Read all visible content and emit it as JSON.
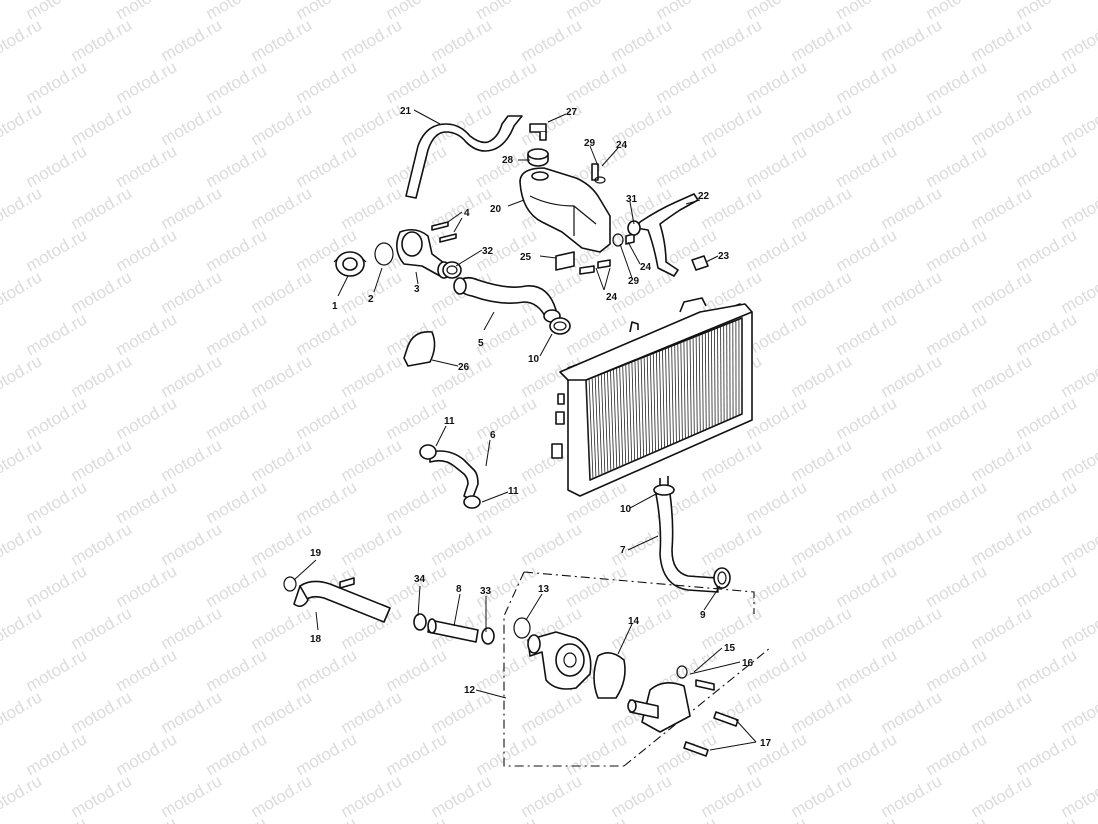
{
  "watermark": "motod.ru",
  "callouts": [
    {
      "id": "c1",
      "label": "1"
    },
    {
      "id": "c2",
      "label": "2"
    },
    {
      "id": "c3",
      "label": "3"
    },
    {
      "id": "c4",
      "label": "4"
    },
    {
      "id": "c5",
      "label": "5"
    },
    {
      "id": "c6",
      "label": "6"
    },
    {
      "id": "c7",
      "label": "7"
    },
    {
      "id": "c8",
      "label": "8"
    },
    {
      "id": "c9",
      "label": "9"
    },
    {
      "id": "c10a",
      "label": "10"
    },
    {
      "id": "c10b",
      "label": "10"
    },
    {
      "id": "c11a",
      "label": "11"
    },
    {
      "id": "c11b",
      "label": "11"
    },
    {
      "id": "c12",
      "label": "12"
    },
    {
      "id": "c13",
      "label": "13"
    },
    {
      "id": "c14",
      "label": "14"
    },
    {
      "id": "c15",
      "label": "15"
    },
    {
      "id": "c16",
      "label": "16"
    },
    {
      "id": "c17",
      "label": "17"
    },
    {
      "id": "c18",
      "label": "18"
    },
    {
      "id": "c19",
      "label": "19"
    },
    {
      "id": "c20",
      "label": "20"
    },
    {
      "id": "c21",
      "label": "21"
    },
    {
      "id": "c22",
      "label": "22"
    },
    {
      "id": "c23",
      "label": "23"
    },
    {
      "id": "c24a",
      "label": "24"
    },
    {
      "id": "c24b",
      "label": "24"
    },
    {
      "id": "c24c",
      "label": "24"
    },
    {
      "id": "c25",
      "label": "25"
    },
    {
      "id": "c26",
      "label": "26"
    },
    {
      "id": "c27",
      "label": "27"
    },
    {
      "id": "c28",
      "label": "28"
    },
    {
      "id": "c29a",
      "label": "29"
    },
    {
      "id": "c29b",
      "label": "29"
    },
    {
      "id": "c31",
      "label": "31"
    },
    {
      "id": "c32",
      "label": "32"
    },
    {
      "id": "c33",
      "label": "33"
    },
    {
      "id": "c34",
      "label": "34"
    }
  ]
}
